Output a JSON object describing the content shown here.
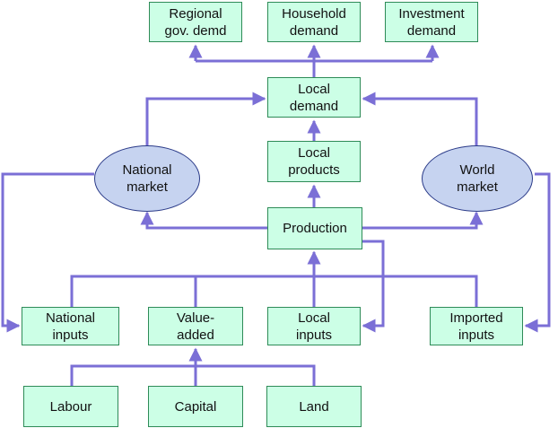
{
  "colors": {
    "box_fill": "#ccffe6",
    "box_border": "#2e8b57",
    "ellipse_fill": "#c6d3f0",
    "ellipse_border": "#2a3a88",
    "connector": "#7b6fd6"
  },
  "nodes": {
    "regional_gov_demand": "Regional\ngov. demd",
    "household_demand": "Household\ndemand",
    "investment_demand": "Investment\ndemand",
    "local_demand": "Local\ndemand",
    "local_products": "Local\nproducts",
    "national_market": "National\nmarket",
    "world_market": "World\nmarket",
    "production": "Production",
    "national_inputs": "National\ninputs",
    "value_added": "Value-\nadded",
    "local_inputs": "Local\ninputs",
    "imported_inputs": "Imported\ninputs",
    "labour": "Labour",
    "capital": "Capital",
    "land": "Land"
  }
}
